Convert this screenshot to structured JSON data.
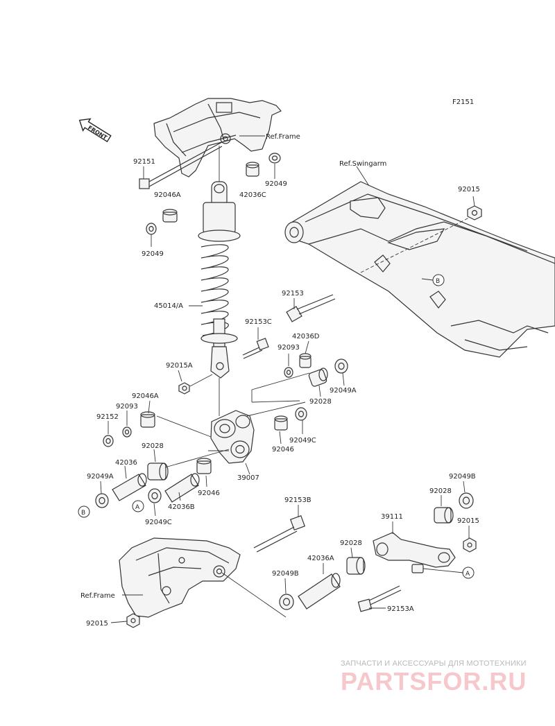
{
  "diagram_code": "F2151",
  "front_label": "FRONT",
  "refs": {
    "frame_top": "Ref.Frame",
    "frame_bottom": "Ref.Frame",
    "swingarm": "Ref.Swingarm"
  },
  "labels": [
    {
      "id": "l-92151",
      "text": "92151"
    },
    {
      "id": "l-92046a-top",
      "text": "92046A"
    },
    {
      "id": "l-42036c",
      "text": "42036C"
    },
    {
      "id": "l-92049-top",
      "text": "92049"
    },
    {
      "id": "l-92049-left",
      "text": "92049"
    },
    {
      "id": "l-45014a",
      "text": "45014/A"
    },
    {
      "id": "l-92153c",
      "text": "92153C"
    },
    {
      "id": "l-92015a",
      "text": "92015A"
    },
    {
      "id": "l-92015-top",
      "text": "92015"
    },
    {
      "id": "l-92153",
      "text": "92153"
    },
    {
      "id": "l-42036d",
      "text": "42036D"
    },
    {
      "id": "l-92093-right",
      "text": "92093"
    },
    {
      "id": "l-92049a-right",
      "text": "92049A"
    },
    {
      "id": "l-92028-right",
      "text": "92028"
    },
    {
      "id": "l-92046a-left",
      "text": "92046A"
    },
    {
      "id": "l-92093-left",
      "text": "92093"
    },
    {
      "id": "l-92152",
      "text": "92152"
    },
    {
      "id": "l-92028-left",
      "text": "92028"
    },
    {
      "id": "l-42036",
      "text": "42036"
    },
    {
      "id": "l-92049a-left",
      "text": "92049A"
    },
    {
      "id": "l-92049c-right",
      "text": "92049C"
    },
    {
      "id": "l-92046-right",
      "text": "92046"
    },
    {
      "id": "l-39007",
      "text": "39007"
    },
    {
      "id": "l-92046-left",
      "text": "92046"
    },
    {
      "id": "l-42036b",
      "text": "42036B"
    },
    {
      "id": "l-92049c-left",
      "text": "92049C"
    },
    {
      "id": "l-92153b",
      "text": "92153B"
    },
    {
      "id": "l-39111",
      "text": "39111"
    },
    {
      "id": "l-92028-link",
      "text": "92028"
    },
    {
      "id": "l-92049b-top",
      "text": "92049B"
    },
    {
      "id": "l-92015-right",
      "text": "92015"
    },
    {
      "id": "l-92028-mid",
      "text": "92028"
    },
    {
      "id": "l-42036a",
      "text": "42036A"
    },
    {
      "id": "l-92049b-mid",
      "text": "92049B"
    },
    {
      "id": "l-92153a",
      "text": "92153A"
    },
    {
      "id": "l-92015-bottom",
      "text": "92015"
    }
  ],
  "callouts": {
    "a1": "A",
    "a2": "A",
    "b1": "B",
    "b2": "B"
  },
  "watermark": {
    "tagline": "ЗАПЧАСТИ И АКСЕССУАРЫ ДЛЯ МОТОТЕХНИКИ",
    "logo": "PARTSFOR.RU"
  }
}
